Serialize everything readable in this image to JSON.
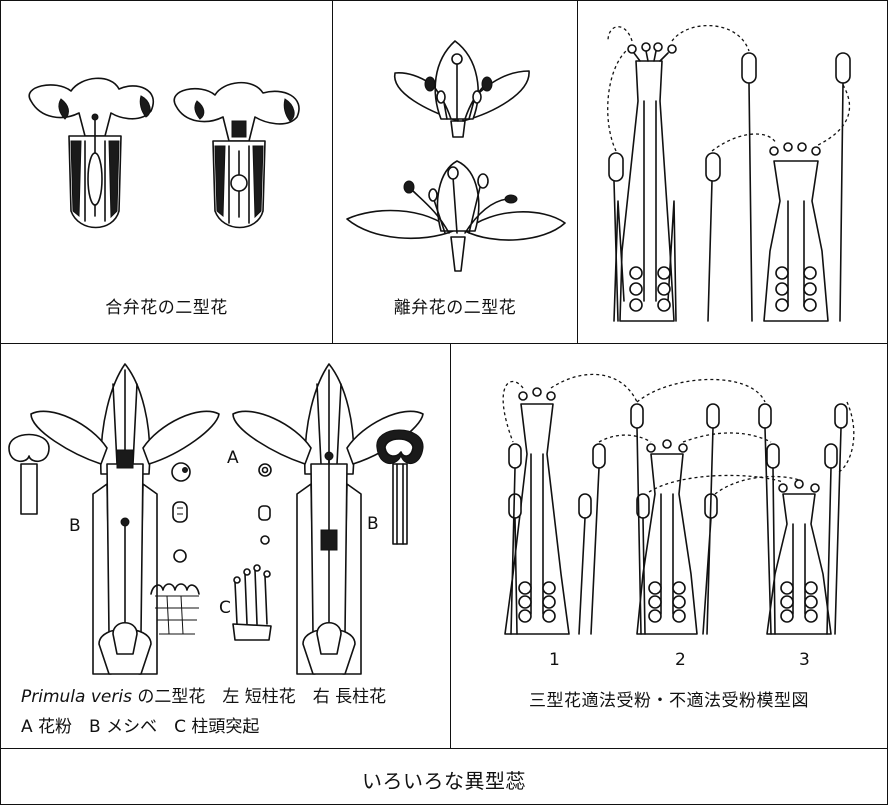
{
  "panels": {
    "sympetalous": {
      "caption": "合弁花の二型花"
    },
    "polypetalous": {
      "caption": "離弁花の二型花"
    },
    "primula": {
      "caption_italic": "Primula veris",
      "caption_rest": " の二型花　左 短柱花　右 長柱花",
      "caption_line2": "A 花粉　B メシベ　C 柱頭突起",
      "label_a": "A",
      "label_b_left": "B",
      "label_b_right": "B",
      "label_c": "C"
    },
    "tristyly": {
      "caption": "三型花適法受粉・不適法受粉模型図",
      "numbers": [
        "1",
        "2",
        "3"
      ]
    }
  },
  "footer": {
    "title": "いろいろな異型蕊"
  }
}
